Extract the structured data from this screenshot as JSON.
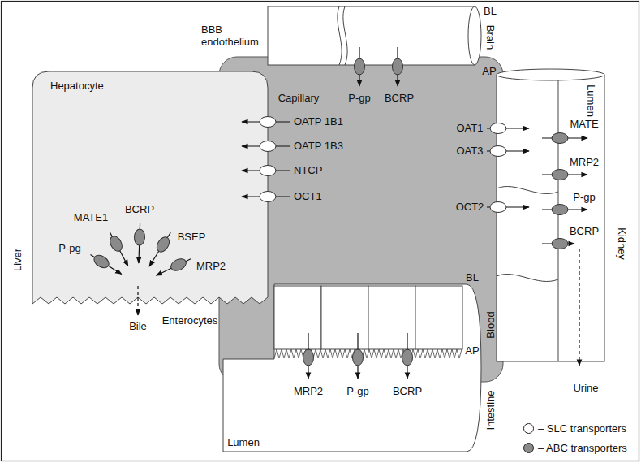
{
  "diagram": {
    "nodes": [
      {
        "text": [
          "Hepatocyte"
        ]
      },
      {
        "text": [
          "Blood"
        ]
      }
    ],
    "labels": [
      "BBB endothelium",
      "BL",
      "Brain",
      "AP",
      "Capillary",
      "P-gp",
      "BCRP",
      "Lumen",
      "OATP 1B1",
      "OATP 1B3",
      "NTCP",
      "OCT1",
      "OAT1",
      "OAT3",
      "OCT2",
      "MATE",
      "MRP2",
      "P-gp",
      "BCRP",
      "Kidney",
      "Urine",
      "P-pg",
      "MATE1",
      "BCRP",
      "BSEP",
      "MRP2",
      "Liver",
      "Bile",
      "Enterocytes",
      "BL",
      "AP",
      "MRP2",
      "P-gp",
      "BCRP",
      "Lumen",
      "Intestine"
    ],
    "legend": [
      {
        "text": "– SLC transporters",
        "color": "#ffffff"
      },
      {
        "text": "– ABC transporters",
        "color": "#8a8a8a"
      }
    ]
  }
}
